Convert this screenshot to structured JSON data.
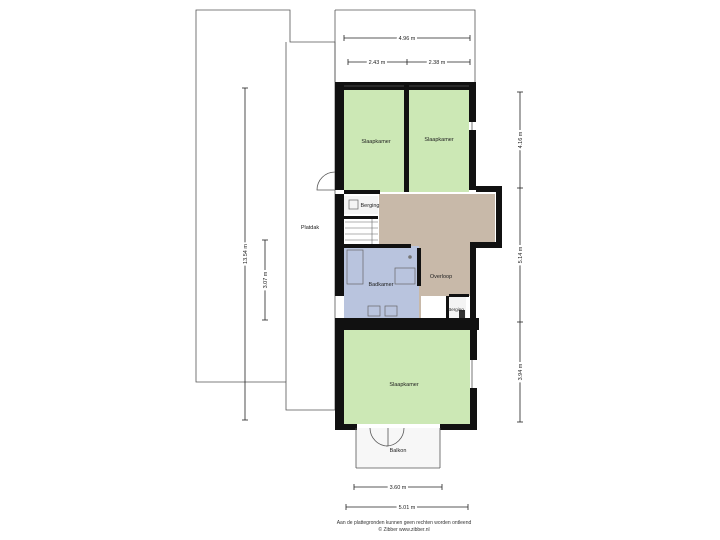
{
  "rooms": {
    "slaapkamer_top_left": "Slaapkamer",
    "slaapkamer_top_right": "Slaapkamer",
    "berging_top": "Berging",
    "overloop": "Overloop",
    "badkamer": "Badkamer",
    "berging_small": "Berging",
    "slaapkamer_bottom": "Slaapkamer",
    "balkon": "Balkon",
    "platdak": "Platdak"
  },
  "dimensions": {
    "top_total": "4.96 m",
    "top_left": "2.43 m",
    "top_right": "2.38 m",
    "right_top": "4.16 m",
    "right_middle": "5.14 m",
    "right_bottom": "3.94 m",
    "left_outer": "13.54 m",
    "left_inner": "3.07 m",
    "bottom_inner": "3.60 m",
    "bottom_outer": "5.01 m"
  },
  "footer": {
    "line1": "Aan de plattegronden kunnen geen rechten worden ontleend",
    "line2": "© Zibber www.zibber.nl"
  },
  "colors": {
    "bedroom": "#cce8b5",
    "hallway": "#c8b9a9",
    "bathroom": "#b9c4de",
    "wall": "#111111",
    "background": "#ffffff"
  }
}
